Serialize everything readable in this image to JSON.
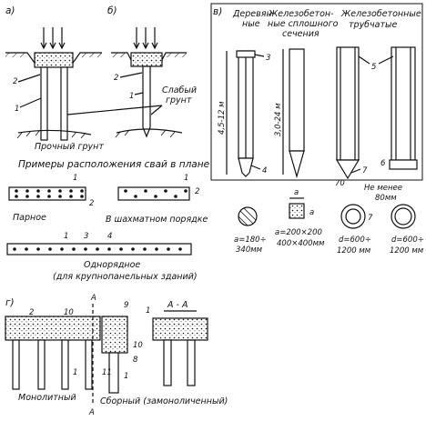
{
  "panel_letters": {
    "a": "а)",
    "b": "б)",
    "v": "в)",
    "g": "г)"
  },
  "soils": {
    "weak": [
      "Слабый",
      "грунт"
    ],
    "firm": "Прочный грунт"
  },
  "plan_title": "Примеры расположения свай в плане",
  "plan_labels": {
    "paired": "Парное",
    "staggered": "В шахматном порядке",
    "single_row": "Однорядное",
    "single_row_note": "(для крупнопанельных зданий)"
  },
  "pile_types": {
    "wood": [
      "Деревян-",
      "ные"
    ],
    "rc_solid": [
      "Железобетон-",
      "ные сплошного",
      "сечения"
    ],
    "rc_tube": [
      "Железобетонные",
      "трубчатые"
    ]
  },
  "dimensions": {
    "wood_length": "4,5-12 м",
    "rc_length": "3,0-24 м",
    "a_label": "a",
    "min_label": [
      "Не менее",
      "80мм"
    ],
    "wood_dia": [
      "a=180÷",
      "340мм"
    ],
    "rc_sec": [
      "a=200×200",
      "400×400мм"
    ],
    "tube_d1": [
      "d=600÷",
      "1200 мм"
    ],
    "tube_d2": [
      "d=600÷",
      "1200 мм"
    ]
  },
  "grillage_labels": {
    "monolithic": "Монолитный",
    "precast": "Сборный (замоноличенный)",
    "section": "А - А",
    "arrow": "А"
  },
  "callouts": [
    "1",
    "2",
    "3",
    "4",
    "5",
    "6",
    "7",
    "8",
    "9",
    "10",
    "11",
    "70"
  ]
}
